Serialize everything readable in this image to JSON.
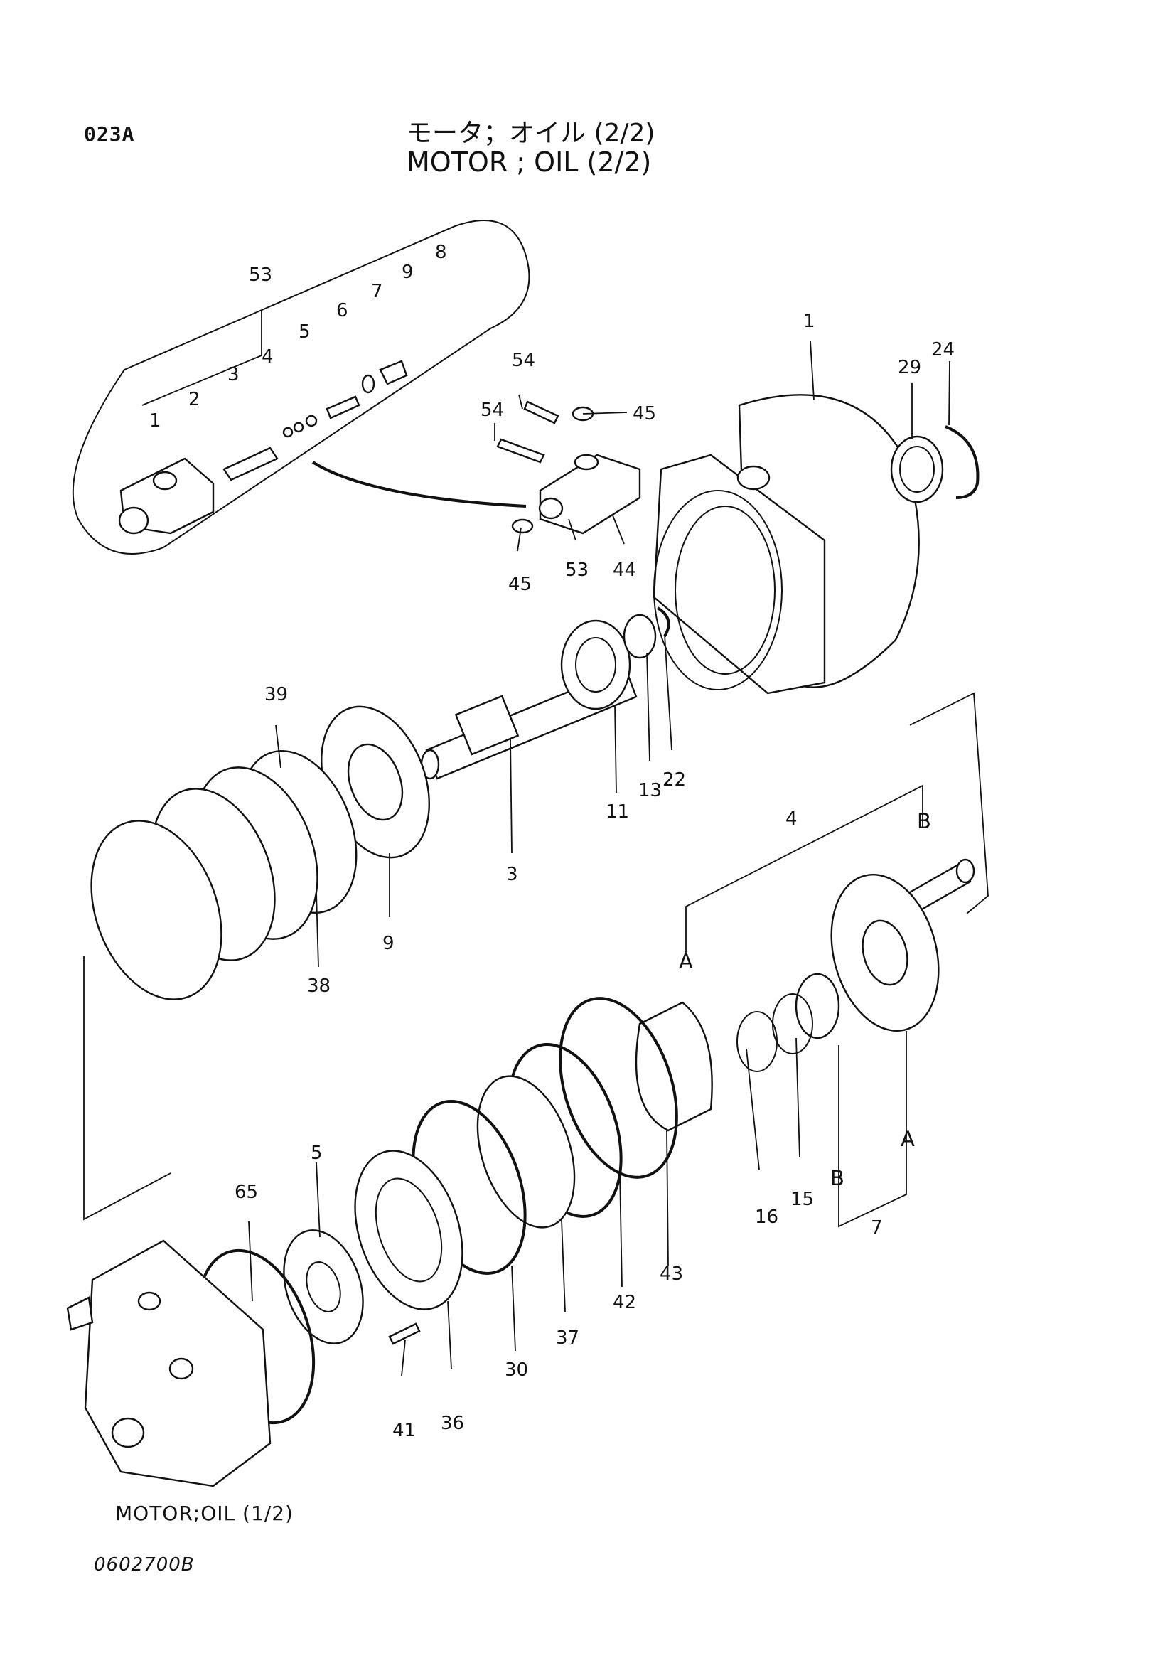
{
  "header": {
    "page_code": "023A",
    "title_jp": "モータ；オイル (2/2)",
    "title_en": "MOTOR ; OIL (2/2)"
  },
  "callouts": [
    "53",
    "8",
    "9",
    "7",
    "6",
    "5",
    "4",
    "3",
    "2",
    "1",
    "54",
    "54",
    "45",
    "45",
    "53",
    "44",
    "1",
    "29",
    "24",
    "39",
    "9",
    "38",
    "3",
    "11",
    "13",
    "22",
    "4",
    "B",
    "A",
    "B",
    "A",
    "7",
    "16",
    "15",
    "5",
    "65",
    "41",
    "36",
    "30",
    "37",
    "42",
    "43"
  ],
  "footer": {
    "reference_note": "MOTOR;OIL (1/2)",
    "document_code": "0602700B"
  }
}
